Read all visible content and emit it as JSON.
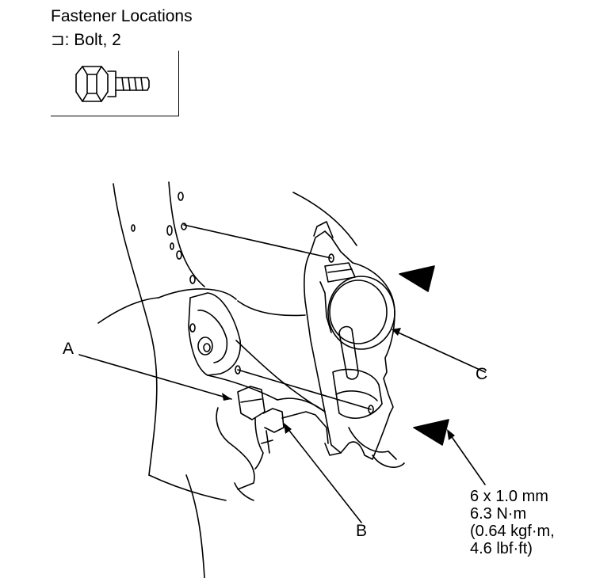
{
  "legend": {
    "title": "Fastener Locations",
    "symbol": "⊐",
    "item": ": Bolt, 2",
    "icon": "bolt-icon"
  },
  "callouts": {
    "a": "A",
    "b": "B",
    "c": "C"
  },
  "torque_spec": {
    "size": "6 x 1.0 mm",
    "torque_nm": "6.3 N·m",
    "torque_kgfm": "(0.64 kgf·m,",
    "torque_lbfft": "4.6 lbf·ft)"
  },
  "colors": {
    "ink": "#000000",
    "paper": "#ffffff"
  }
}
